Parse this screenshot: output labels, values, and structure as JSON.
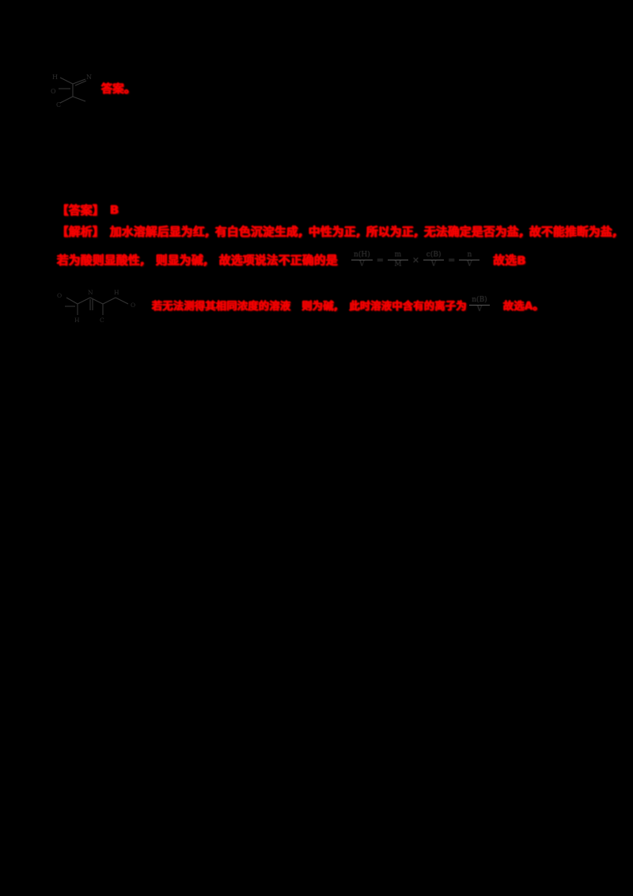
{
  "document": {
    "page_background": "#000000",
    "accent_red": "#e01b10",
    "ink_dark": "#1b1b1b"
  },
  "header": {
    "structure_label_top": "H",
    "structure_label_left": "O",
    "structure_label_right": "N",
    "structure_label_bottom": "C",
    "red_note": "答案。"
  },
  "body": {
    "line1": {
      "prefix": "【答案】",
      "mark": "B"
    },
    "line2": {
      "prefix": "【解析】",
      "seg1": "加水溶解后显为红,",
      "seg2": "有白色沉淀生成,",
      "seg3": "中性为正,"
    },
    "line2b": {
      "seg1": "所以为正,",
      "seg2": "无法确定是否为盐,",
      "seg3": "故不能推断为盐,"
    },
    "line3": {
      "seg1": "若为酸则显酸性,",
      "seg2": "则显为碱,",
      "seg3": "故选项说法不正确的是"
    },
    "line3_formula": {
      "f1": {
        "num": "n(H)",
        "den": "V"
      },
      "op1": "=",
      "f2": {
        "num": "m",
        "den": "M"
      },
      "op2": "×",
      "f3": {
        "num": "c(B)",
        "den": "V"
      },
      "op3": "=",
      "f4": {
        "num": "n",
        "den": "V"
      },
      "trailing_red": "故选B"
    },
    "line4": {
      "seg1": "若无法测得其相同浓度的溶液",
      "seg2": "则为碱,",
      "seg3": "此时溶液中含有的离子为",
      "seg4": "故选A。"
    },
    "line4_formula": {
      "num": "n(B)",
      "den": "V"
    }
  },
  "structures": {
    "bottom": {
      "atom_1": "O",
      "atom_2": "H",
      "atom_3": "N",
      "atom_4": "C",
      "atom_5": "H",
      "atom_6": "O"
    }
  }
}
